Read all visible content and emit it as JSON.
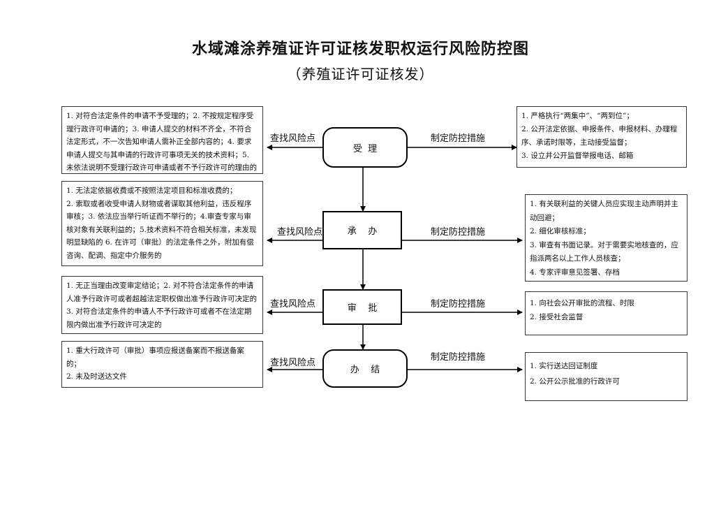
{
  "title": "水域滩涂养殖证许可证核发职权运行风险防控图",
  "subtitle": "（养殖证许可证核发）",
  "labels": {
    "risk": "查找风险点",
    "control": "制定防控措施"
  },
  "stages": [
    {
      "name": "受  理"
    },
    {
      "name": "承    办"
    },
    {
      "name": "审    批"
    },
    {
      "name": "办    结"
    }
  ],
  "risks": [
    "1. 对符合法定条件的申请不予受理的；2. 不按规定程序受理行政许可申请的；3. 申请人提交的材料不齐全，不符合法定形式，不一次告知申请人需补正全部内容的；4. 要求申请人提交与其申请的行政许可事项无关的技术资料；5. 未依法说明不受理行政许可申请或者不予行政许可的理由的",
    "1. 无法定依据收费或不按照法定项目和标准收费的；\n2. 索取或者收受申请人财物或者谋取其他利益，违反程序审核；3. 依法应当举行听证而不举行的；4.审查专家与审核对象有关联利益的；5.技术资料不符合相关标准，未发现明显缺陷的 6. 在许可（审批）的法定条件之外，附加有偿咨询、配调、指定中介服务的",
    "1. 无正当理由改变审定结论；2. 对不符合法定条件的申请人准予行政许可或者超越法定职权做出准予行政许可决定的 3. 对符合法定条件的申请人不予行政许可或者不在法定期限内做出准予行政许可决定的",
    "1. 重大行政许可（审批）事项应报送备案而不报送备案的；\n2. 未及时送达文件"
  ],
  "controls": [
    "1. 严格执行“两集中”、“两到位”；\n2. 公开法定依据、申报条件、申报材料、办理程序、承诺时限等，主动接受监督；\n3. 设立并公开监督举报电话、邮箱",
    "1. 有关联利益的关键人员应实现主动声明并主动回避；\n2. 细化审核标准；\n3. 审查有书面记录。对于需要实地核查的，应指派两名以上工作人员核查；\n4. 专家评审意见签署、存档",
    "1. 向社会公开审批的流程、时限\n2. 接受社会监督",
    "1. 实行送达回证制度\n2. 公开公示批准的行政许可"
  ]
}
